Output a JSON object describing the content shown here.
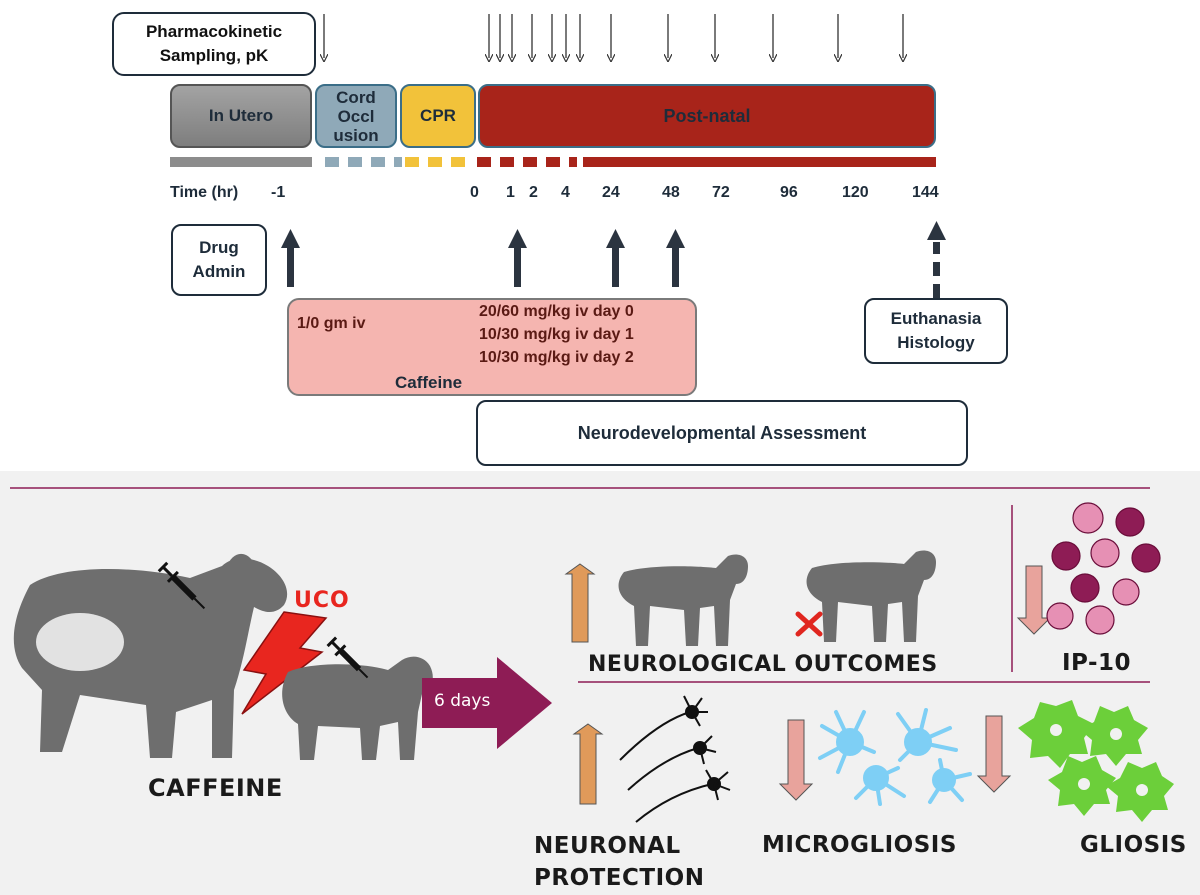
{
  "timeline": {
    "pk_label": "Pharmacokinetic\nSampling, pK",
    "phases": {
      "in_utero": "In Utero",
      "cord_occlusion": "Cord\nOccl\nusion",
      "cpr": "CPR",
      "post_natal": "Post-natal"
    },
    "time_label": "Time (hr)",
    "time_ticks": [
      "-1",
      "0",
      "1",
      "2",
      "4",
      "24",
      "48",
      "72",
      "96",
      "120",
      "144"
    ],
    "drug_admin": "Drug\nAdmin",
    "caffeine_box": {
      "loading": "1/0 gm iv",
      "doses": [
        "20/60 mg/kg iv day 0",
        "10/30 mg/kg iv day 1",
        "10/30 mg/kg iv day 2"
      ],
      "label": "Caffeine"
    },
    "euthanasia": "Euthanasia\nHistology",
    "neuro_assessment": "Neurodevelopmental Assessment"
  },
  "summary": {
    "uco": "UCO",
    "caffeine": "CAFFEINE",
    "days": "6 days",
    "neurological_outcomes": "NEUROLOGICAL OUTCOMES",
    "ip10": "IP-10",
    "neuronal_protection": "NEURONAL\nPROTECTION",
    "microgliosis": "MICROGLIOSIS",
    "gliosis": "GLIOSIS"
  },
  "colors": {
    "in_utero": "#8c8c8c",
    "cord": "#8fa9b8",
    "cpr": "#f2c23a",
    "post_natal": "#a8241a",
    "caffeine_box": "#f5b5b0",
    "navy": "#1e2c3a",
    "sheep": "#6e6e6e",
    "orange_arrow": "#e09a5a",
    "pink_arrow": "#e8a39c",
    "maroon": "#8e1c55",
    "microglia": "#7ecff5",
    "gliosis": "#6ccf3a"
  }
}
